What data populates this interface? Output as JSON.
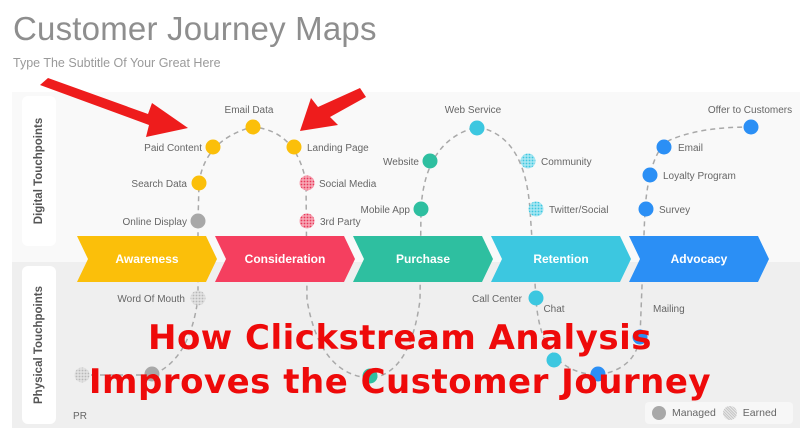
{
  "header": {
    "title": "Customer Journey Maps",
    "subtitle": "Type The Subtitle Of Your Great Here"
  },
  "rows": {
    "digital": "Digital Touchpoints",
    "physical": "Physical Touchpoints"
  },
  "stages": [
    {
      "label": "Awareness",
      "color": "#fbbf0a"
    },
    {
      "label": "Consideration",
      "color": "#f53f5f"
    },
    {
      "label": "Purchase",
      "color": "#2ebfa0"
    },
    {
      "label": "Retention",
      "color": "#3cc7e0"
    },
    {
      "label": "Advocacy",
      "color": "#2b8ff5"
    }
  ],
  "touchpoints": {
    "digital": [
      {
        "label": "Online Display",
        "stage": "Awareness",
        "type": "managed",
        "color": "#a8a8a8"
      },
      {
        "label": "Search Data",
        "stage": "Awareness",
        "type": "managed",
        "color": "#fbbf0a"
      },
      {
        "label": "Paid Content",
        "stage": "Awareness",
        "type": "managed",
        "color": "#fbbf0a"
      },
      {
        "label": "Email Data",
        "stage": "Awareness",
        "type": "managed",
        "color": "#fbbf0a"
      },
      {
        "label": "Landing Page",
        "stage": "Consideration",
        "type": "managed",
        "color": "#fbbf0a"
      },
      {
        "label": "Social Media",
        "stage": "Consideration",
        "type": "earned",
        "color": "#f53f5f"
      },
      {
        "label": "3rd Party",
        "stage": "Consideration",
        "type": "earned",
        "color": "#f53f5f"
      },
      {
        "label": "Mobile App",
        "stage": "Purchase",
        "type": "managed",
        "color": "#2ebfa0"
      },
      {
        "label": "Website",
        "stage": "Purchase",
        "type": "managed",
        "color": "#2ebfa0"
      },
      {
        "label": "Web Service",
        "stage": "Retention",
        "type": "managed",
        "color": "#3cc7e0"
      },
      {
        "label": "Community",
        "stage": "Retention",
        "type": "earned",
        "color": "#3cc7e0"
      },
      {
        "label": "Twitter/Social",
        "stage": "Retention",
        "type": "earned",
        "color": "#3cc7e0"
      },
      {
        "label": "Survey",
        "stage": "Advocacy",
        "type": "managed",
        "color": "#2b8ff5"
      },
      {
        "label": "Loyalty Program",
        "stage": "Advocacy",
        "type": "managed",
        "color": "#2b8ff5"
      },
      {
        "label": "Email",
        "stage": "Advocacy",
        "type": "managed",
        "color": "#2b8ff5"
      },
      {
        "label": "Offer to Customers",
        "stage": "Advocacy",
        "type": "managed",
        "color": "#2b8ff5"
      }
    ],
    "physical": [
      {
        "label": "Word Of Mouth",
        "stage": "Awareness",
        "type": "earned",
        "color": "#c0c0c0"
      },
      {
        "label": "PR",
        "stage": "Awareness",
        "type": "earned",
        "color": "#c0c0c0"
      },
      {
        "label": "Call Center",
        "stage": "Retention",
        "type": "managed",
        "color": "#3cc7e0"
      },
      {
        "label": "Chat",
        "stage": "Retention",
        "type": "managed",
        "color": "#3cc7e0"
      },
      {
        "label": "Mailing",
        "stage": "Advocacy",
        "type": "managed",
        "color": "#2b8ff5"
      }
    ]
  },
  "legend": {
    "managed": "Managed",
    "earned": "Earned"
  },
  "overlay": {
    "line1": "How Clickstream Analysis",
    "line2": "Improves the Customer Journey"
  },
  "accent": "#ee1c1c"
}
